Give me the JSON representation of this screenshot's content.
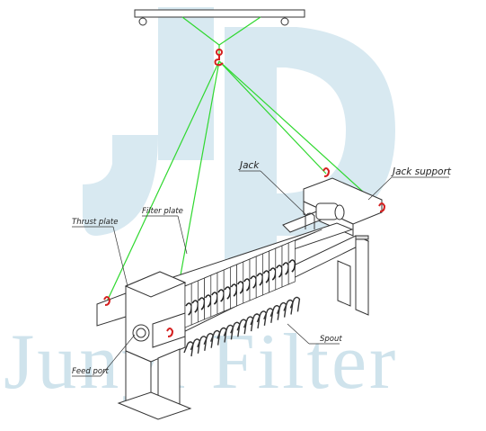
{
  "watermark": {
    "text": "Junyi Filter"
  },
  "labels": {
    "jack": "Jack",
    "jack_support": "Jack support",
    "filter_plate": "Filter plate",
    "thrust_plate": "Thrust plate",
    "spout": "Spout",
    "feed_port": "Feed port"
  },
  "colors": {
    "rope": "#2fd82f",
    "hook": "#d42020",
    "line": "#333333",
    "watermark": "#cfe3ec"
  },
  "plate_count": 17,
  "spout_count": 17
}
